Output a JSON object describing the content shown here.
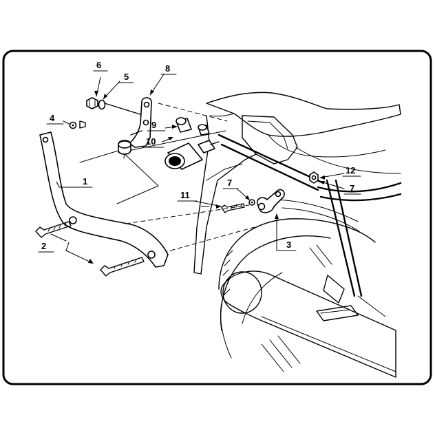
{
  "callouts": [
    {
      "id": "c1",
      "text": "1"
    },
    {
      "id": "c2",
      "text": "2"
    },
    {
      "id": "c3",
      "text": "3"
    },
    {
      "id": "c4",
      "text": "4"
    },
    {
      "id": "c5",
      "text": "5"
    },
    {
      "id": "c6",
      "text": "6"
    },
    {
      "id": "c7a",
      "text": "7"
    },
    {
      "id": "c7b",
      "text": "7"
    },
    {
      "id": "c8",
      "text": "8"
    },
    {
      "id": "c9",
      "text": "9"
    },
    {
      "id": "c10",
      "text": "10"
    },
    {
      "id": "c11",
      "text": "11"
    },
    {
      "id": "c12",
      "text": "12"
    }
  ],
  "colors": {
    "ink": "#000000",
    "paper": "#ffffff"
  }
}
